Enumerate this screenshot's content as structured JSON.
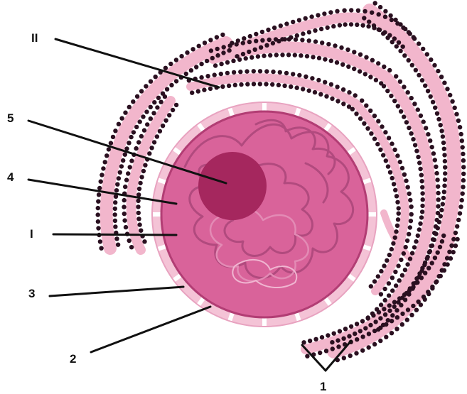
{
  "labels": {
    "II": "II",
    "5": "5",
    "4": "4",
    "I": "I",
    "3": "3",
    "2": "2",
    "1": "1"
  },
  "colors": {
    "background": "#ffffff",
    "er_pink": "#f2b6cc",
    "er_edge": "#e58fb1",
    "ribosome": "#2a1020",
    "nucleus": "#d9639a",
    "nucleus_edge": "#b23d74",
    "nucleolus": "#a5275e",
    "chromatin": "#b14a7e",
    "leader_line": "#111111"
  }
}
